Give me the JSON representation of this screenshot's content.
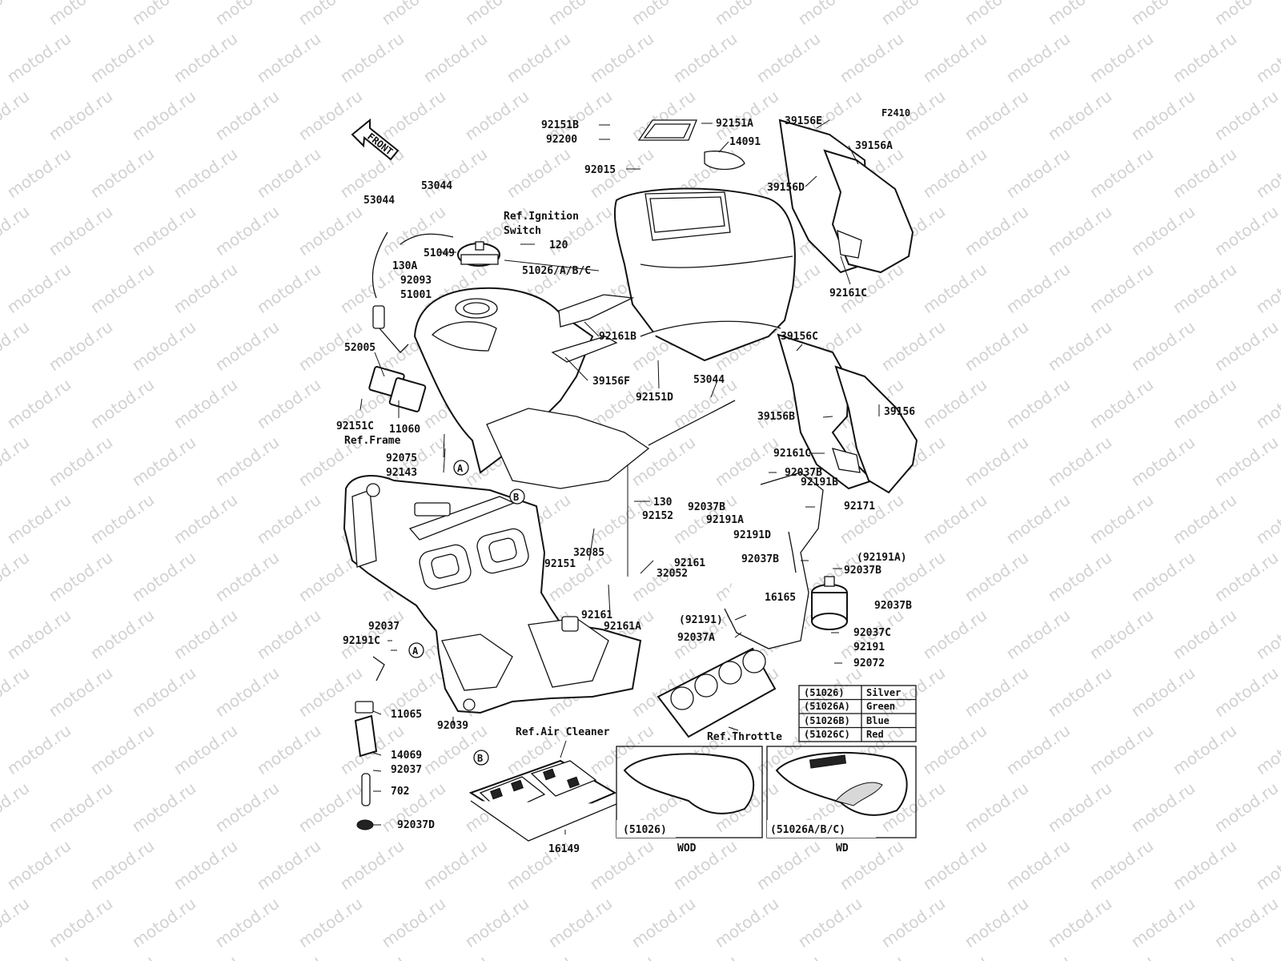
{
  "diagram": {
    "code": "F2410",
    "front_label": "FRONT",
    "watermark": "motod.ru",
    "refs": {
      "ignition_line1": "Ref.Ignition",
      "ignition_line2": "Switch",
      "frame": "Ref.Frame",
      "air_cleaner": "Ref.Air Cleaner",
      "throttle": "Ref.Throttle"
    },
    "callouts": {
      "a": "A",
      "b": "B"
    },
    "parts": {
      "p92151B": "92151B",
      "p92200": "92200",
      "p92015": "92015",
      "p92151A": "92151A",
      "p14091": "14091",
      "p39156E": "39156E",
      "p39156A": "39156A",
      "p39156D": "39156D",
      "p92161C_top": "92161C",
      "p53044_a": "53044",
      "p53044_b": "53044",
      "p51049": "51049",
      "p130A": "130A",
      "p120": "120",
      "p51026ABC": "51026/A/B/C",
      "p92093": "92093",
      "p51001": "51001",
      "p92161B": "92161B",
      "p39156F": "39156F",
      "p92151D": "92151D",
      "p53044_c": "53044",
      "p39156C": "39156C",
      "p39156B": "39156B",
      "p39156": "39156",
      "p92161C_mid": "92161C",
      "p52005": "52005",
      "p92151C": "92151C",
      "p11060": "11060",
      "p92075": "92075",
      "p92143": "92143",
      "p92037B_1": "92037B",
      "p92191B": "92191B",
      "p130": "130",
      "p92037B_2": "92037B",
      "p92191A": "92191A",
      "p92171": "92171",
      "p92152": "92152",
      "p92191D": "92191D",
      "p32085": "32085",
      "p92161_a": "92161",
      "p92151": "92151",
      "p92037B_3": "92037B",
      "p92191A_paren": "(92191A)",
      "p92037B_4": "92037B",
      "p32052": "32052",
      "p16165": "16165",
      "p92037B_5": "92037B",
      "p92161_b": "92161",
      "p92161A": "92161A",
      "p92191_paren": "(92191)",
      "p92037A": "92037A",
      "p92037C": "92037C",
      "p92191": "92191",
      "p92072": "92072",
      "p92037": "92037",
      "p92191C": "92191C",
      "p11065": "11065",
      "p92039": "92039",
      "p14069": "14069",
      "p92037_b": "92037",
      "p702": "702",
      "p92037D": "92037D",
      "p16149": "16149"
    },
    "color_table": [
      {
        "code": "(51026)",
        "color": "Silver"
      },
      {
        "code": "(51026A)",
        "color": "Green"
      },
      {
        "code": "(51026B)",
        "color": "Blue"
      },
      {
        "code": "(51026C)",
        "color": "Red"
      }
    ],
    "variants": [
      {
        "part": "(51026)",
        "label": "WOD"
      },
      {
        "part": "(51026A/B/C)",
        "label": "WD"
      }
    ]
  }
}
